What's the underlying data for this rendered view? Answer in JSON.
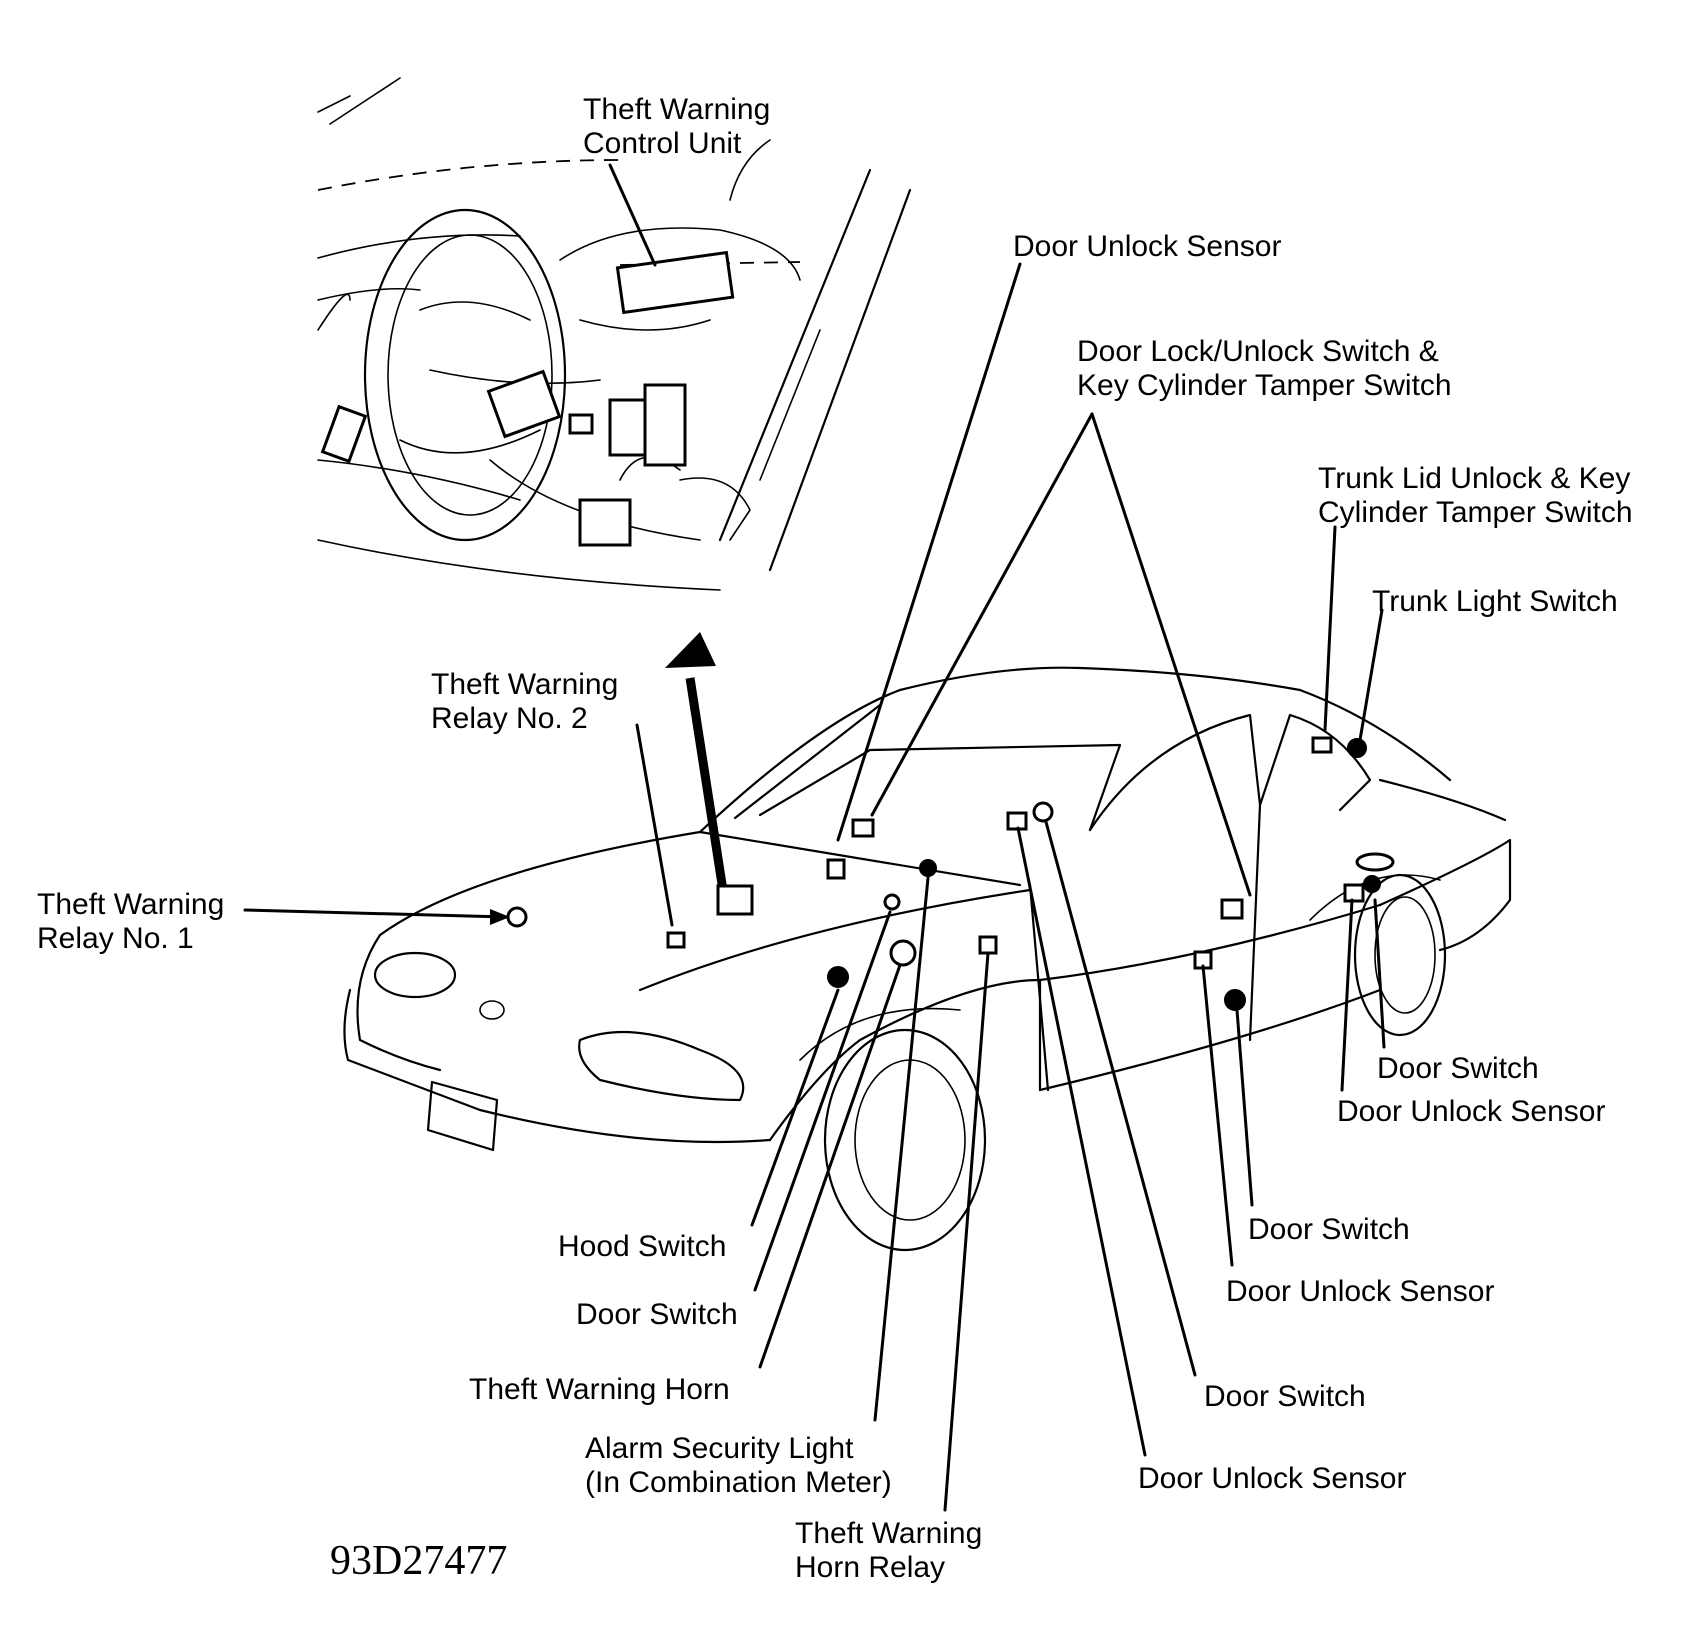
{
  "figure_code": "93D27477",
  "labels": {
    "theft_warning_control_unit": [
      "Theft Warning",
      "Control Unit"
    ],
    "door_unlock_sensor_top": "Door Unlock Sensor",
    "door_lock_unlock_switch": [
      "Door Lock/Unlock Switch &",
      "Key Cylinder Tamper Switch"
    ],
    "trunk_lid_unlock": [
      "Trunk Lid Unlock & Key",
      "Cylinder Tamper Switch"
    ],
    "trunk_light_switch": "Trunk Light Switch",
    "theft_warning_relay_2": [
      "Theft Warning",
      "Relay No. 2"
    ],
    "theft_warning_relay_1": [
      "Theft Warning",
      "Relay No. 1"
    ],
    "door_switch_rear_right": "Door Switch",
    "door_unlock_sensor_rear_right": "Door Unlock Sensor",
    "hood_switch": "Hood Switch",
    "door_switch_front_left": "Door Switch",
    "door_switch_rear_left": "Door Switch",
    "door_unlock_sensor_rear_left": "Door Unlock Sensor",
    "theft_warning_horn": "Theft Warning Horn",
    "door_switch_front_right": "Door Switch",
    "alarm_security_light": [
      "Alarm Security Light",
      "(In Combination Meter)"
    ],
    "door_unlock_sensor_front_right": "Door Unlock Sensor",
    "theft_warning_horn_relay": [
      "Theft Warning",
      "Horn Relay"
    ]
  }
}
